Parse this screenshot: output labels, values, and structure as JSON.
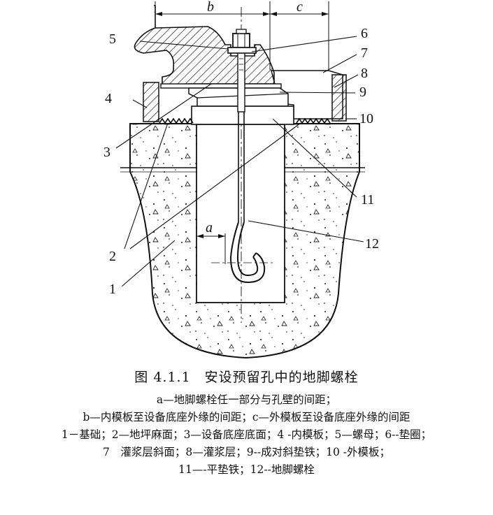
{
  "diagram": {
    "dimension_labels": {
      "b": "b",
      "c": "c",
      "a": "a"
    },
    "part_labels": [
      "1",
      "2",
      "2",
      "3",
      "4",
      "5",
      "6",
      "7",
      "8",
      "9",
      "10",
      "11",
      "12"
    ]
  },
  "caption": {
    "title": "图 4.1.1　安设预留孔中的地脚螺栓",
    "lines": [
      "a—地脚螺栓任一部分与孔壁的间距；",
      "b—内模板至设备底座外缘的间距；c—外模板至设备底座外缘的间距",
      "1－基础；2—地坪麻面；3—设备底座底面；4 -内模板；5—螺母；6--垫圈；",
      "7　灌浆层斜面；8—灌浆层；9--成对斜垫铁；10 -外模板；",
      "11—-平垫铁；12--地脚螺栓"
    ]
  }
}
